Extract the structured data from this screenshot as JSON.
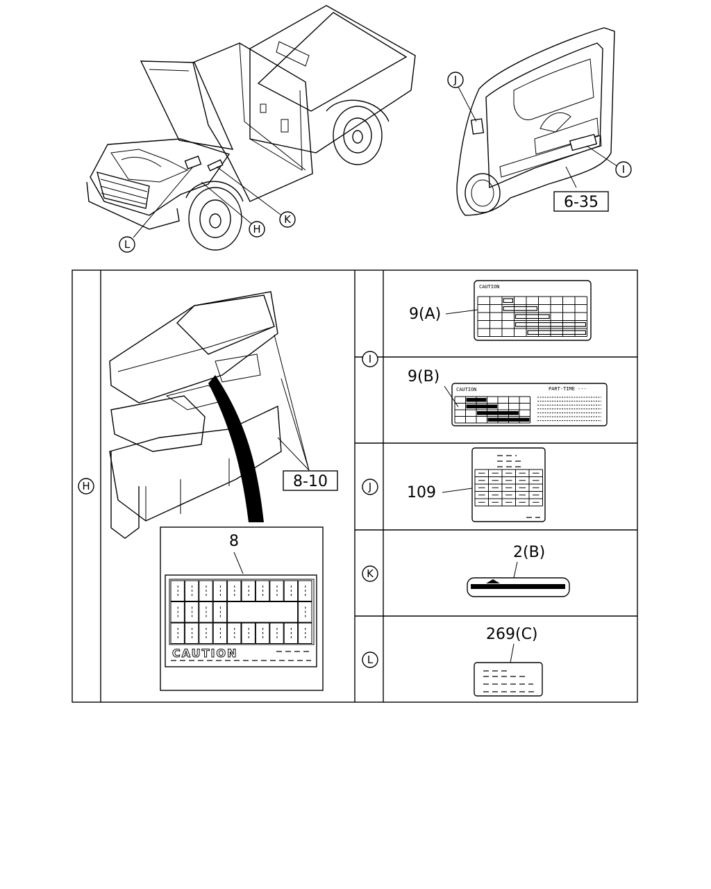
{
  "callouts": {
    "truck": [
      "L",
      "H",
      "K"
    ],
    "door": [
      "J",
      "I"
    ]
  },
  "refs": {
    "door_panel": "6-35",
    "fuse_box": "8-10"
  },
  "table": {
    "row_markers": [
      "H",
      "I",
      "J",
      "K",
      "L"
    ],
    "fuse_label": {
      "part": "8",
      "caution": "CAUTION"
    },
    "cells": [
      {
        "part": "9(A)",
        "label_title": "CAUTION"
      },
      {
        "part": "9(B)",
        "label_title": "CAUTION",
        "label_right_title": "PART-TIME ---"
      },
      {
        "part": "109"
      },
      {
        "part": "2(B)"
      },
      {
        "part": "269(C)"
      }
    ]
  }
}
